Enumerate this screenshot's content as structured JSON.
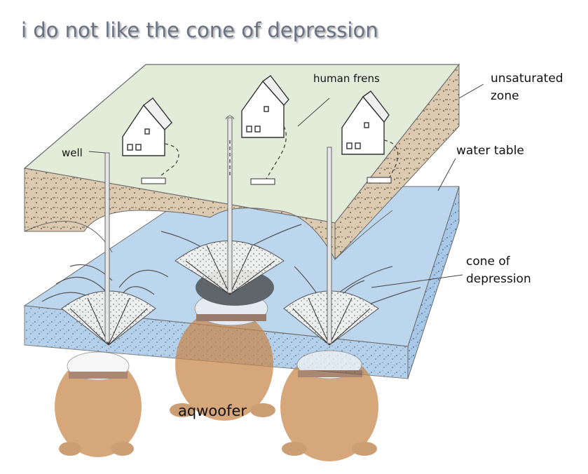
{
  "title": "i do not like the cone of depression",
  "labels": {
    "human_frens": "human frens",
    "unsaturated_line1": "unsaturated",
    "unsaturated_line2": "zone",
    "well": "well",
    "water_table": "water table",
    "cone_line1": "cone of",
    "cone_line2": "depression",
    "caption": "aqwoofer"
  },
  "colors": {
    "ground_surface": "#e3ecd8",
    "unsaturated_zone": "#dccbb0",
    "water": "#bcd6ee",
    "water_side": "#a8c8e8",
    "dog_fur": "#c8864a",
    "collar": "#8a5a3c",
    "title_text": "#6a7386"
  },
  "icons": [
    "house-icon",
    "well-pipe-icon",
    "septic-tank-icon",
    "dog-figure"
  ]
}
